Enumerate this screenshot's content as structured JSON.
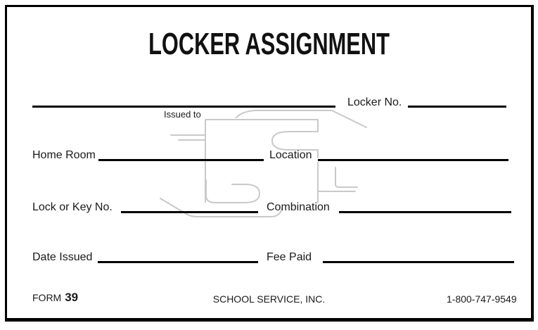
{
  "title": "LOCKER ASSIGNMENT",
  "fields": {
    "issued_to": {
      "label": "Issued to",
      "value": ""
    },
    "locker_no": {
      "label": "Locker No.",
      "value": ""
    },
    "home_room": {
      "label": "Home Room",
      "value": ""
    },
    "location": {
      "label": "Location",
      "value": ""
    },
    "lock_or_key_no": {
      "label": "Lock or Key No.",
      "value": ""
    },
    "combination": {
      "label": "Combination",
      "value": ""
    },
    "date_issued": {
      "label": "Date Issued",
      "value": ""
    },
    "fee_paid": {
      "label": "Fee Paid",
      "value": ""
    }
  },
  "footer": {
    "form_label": "FORM",
    "form_number": "39",
    "company": "SCHOOL SERVICE, INC.",
    "phone": "1-800-747-9549"
  },
  "colors": {
    "background": "#ffffff",
    "border": "#000000",
    "line": "#000000",
    "text": "#1a1a1a",
    "watermark": "#c9c9c9"
  }
}
